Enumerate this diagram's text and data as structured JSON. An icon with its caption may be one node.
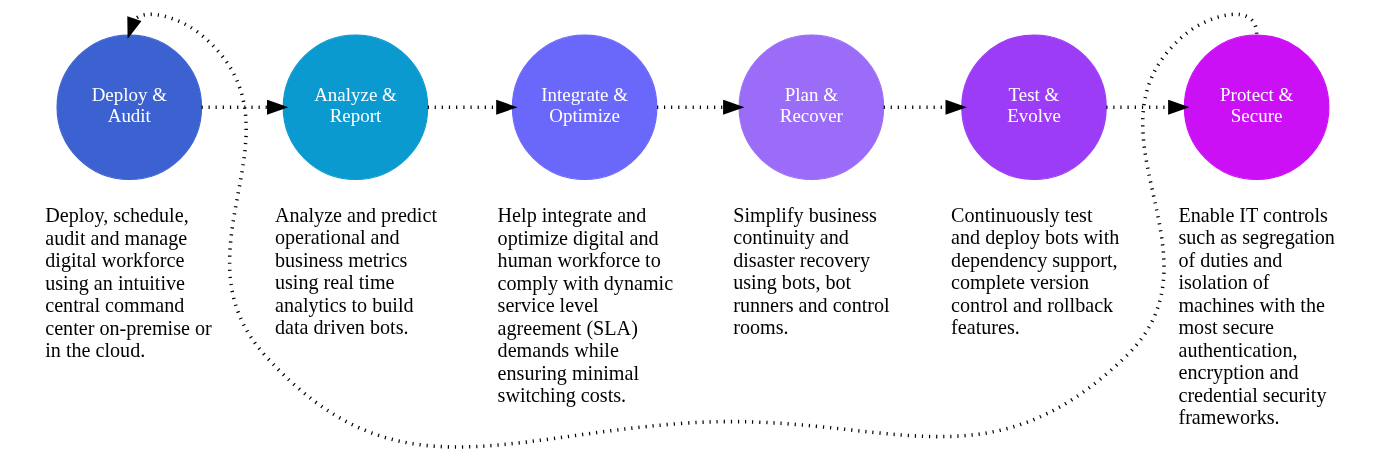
{
  "diagram": {
    "nodes": [
      {
        "text": [
          "Deploy & Audit"
        ],
        "beside": [
          "Deploy, schedule, audit and manage digital workforce using an intuitive central command center on-premise or in the cloud."
        ]
      },
      {
        "text": [
          "Analyze & Report"
        ],
        "beside": [
          "Analyze and predict operational and business metrics using real time analytics to build data driven bots."
        ]
      },
      {
        "text": [
          "Integrate & Optimize"
        ],
        "beside": [
          "Help integrate and optimize digital and human workforce to comply with dynamic service level agreement (SLA) demands while ensuring minimal switching costs."
        ]
      },
      {
        "text": [
          "Plan & Recover"
        ],
        "beside": [
          "Simplify business continuity and disaster recovery using bots, bot runners and control rooms."
        ]
      },
      {
        "text": [
          "Test & Evolve"
        ],
        "beside": [
          "Continuously test and deploy bots with dependency support, complete version control and rollback features."
        ]
      },
      {
        "text": [
          "Protect & Secure"
        ],
        "beside": [
          "Enable IT controls such as segregation of duties and isolation of machines with the most secure authentication, encryption and credential security frameworks."
        ]
      }
    ],
    "edges": [
      {
        "from": 0,
        "to": 1,
        "arrow": "to",
        "style": "dashed"
      },
      {
        "from": 1,
        "to": 2,
        "arrow": "to",
        "style": "dashed"
      },
      {
        "from": 2,
        "to": 3,
        "arrow": "to",
        "style": "dashed"
      },
      {
        "from": 3,
        "to": 4,
        "arrow": "to",
        "style": "dashed"
      },
      {
        "from": 4,
        "to": 5,
        "arrow": "to",
        "style": "dashed"
      },
      {
        "from": 5,
        "to": 0,
        "arrow": "to",
        "style": "dashed"
      }
    ]
  }
}
